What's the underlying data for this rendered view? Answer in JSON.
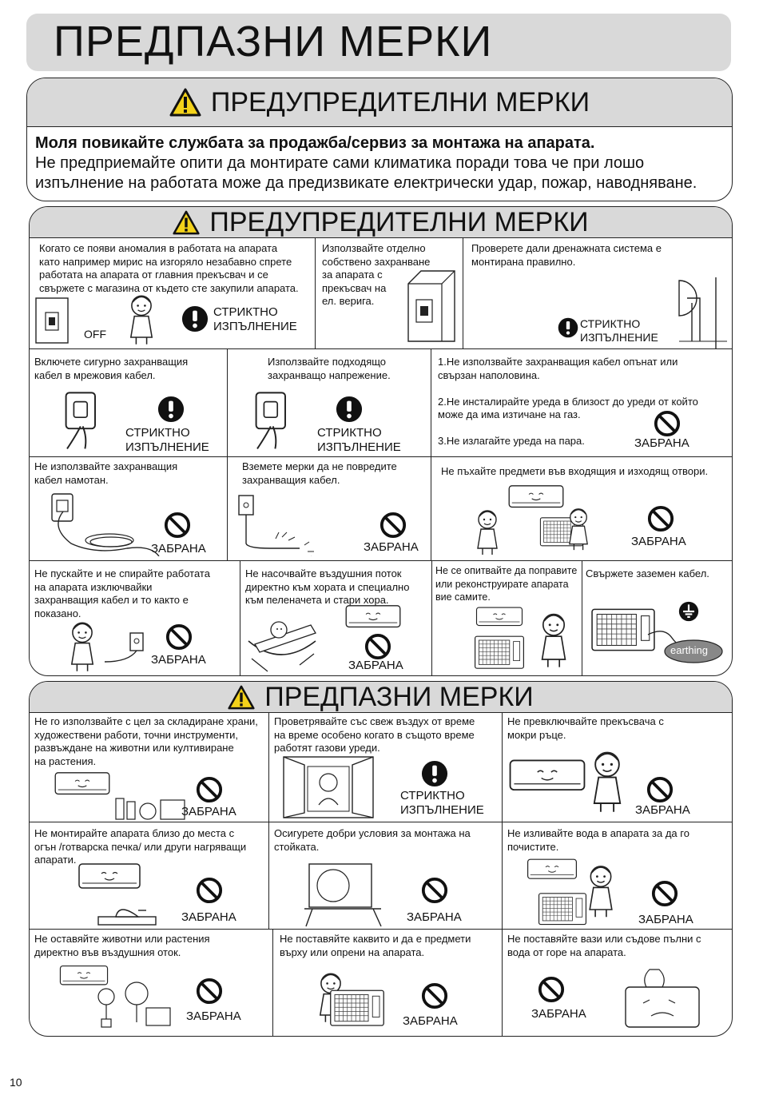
{
  "page_title": "ПРЕДПАЗНИ МЕРКИ",
  "page_number": "10",
  "section1": {
    "title": "ПРЕДУПРЕДИТЕЛНИ МЕРКИ",
    "bold_line": "Моля повикайте службата за продажба/сервиз за монтажа на апарата.",
    "line2": "Не предприемайте опити да монтирате сами климатика поради това че при лошо",
    "line3": "изпълнение на работата може да предизвикате електрически удар, пожар, наводняване."
  },
  "section2": {
    "title": "ПРЕДУПРЕДИТЕЛНИ МЕРКИ",
    "cells": [
      {
        "text": "Когато се появи аномалия в работата на апарата\nкато например мирис на изгоряло незабавно спрете\nработата на апарата от главния прекъсвач и се\nсвържете с магазина от където сте закупили апарата.",
        "label": "СТРИКТНО\nИЗПЪЛНЕНИЕ",
        "extra": "OFF"
      },
      {
        "text": "Използвайте отделно\nсобствено захранване\nза апарата с\nпрекъсвач на\nел. верига.",
        "label": ""
      },
      {
        "text": "Проверете дали дренажната система е\nмонтирана правилно.",
        "label": "СТРИКТНО\nИЗПЪЛНЕНИЕ"
      },
      {
        "text": "Включете сигурно захранващия\nкабел в мрежовия кабел.",
        "label": "СТРИКТНО\nИЗПЪЛНЕНИЕ"
      },
      {
        "text": "Използвайте  подходящо\nзахранващо напрежение.",
        "label": "СТРИКТНО\nИЗПЪЛНЕНИЕ"
      },
      {
        "text": "1.Не използвайте захранващия кабел опънат или\nсвързан наполовина.\n\n2.Не инсталирайте уреда в близост до уреди от който\nможе да има изтичане на газ.\n\n3.Не излагайте уреда на пара.",
        "label": "ЗАБРАНА"
      },
      {
        "text": "Не използвайте захранващия\nкабел намотан.",
        "label": "ЗАБРАНА"
      },
      {
        "text": "Вземете мерки да не повредите\nзахранващия кабел.",
        "label": "ЗАБРАНА"
      },
      {
        "text": "Не пъхайте предмети във входящия и изходящ отвори.",
        "label": "ЗАБРАНА"
      },
      {
        "text": "Не пускайте и не спирайте работата\nна апарата изключвайки\nзахранващия кабел и то както е\nпоказано.",
        "label": "ЗАБРАНА"
      },
      {
        "text": "Не насочвайте въздушния поток\nдиректно към хората и специално\nкъм пеленачета и стари хора.",
        "label": "ЗАБРАНА"
      },
      {
        "text": "Не се опитвайте да поправите\nили реконструирате апарата\nвие самите.",
        "label": ""
      },
      {
        "text": "Свържете заземен кабел.",
        "label": "",
        "extra": "earthing"
      }
    ]
  },
  "section3": {
    "title": "ПРЕДПАЗНИ МЕРКИ",
    "cells": [
      {
        "text": "Не го използвайте с цел за складиране храни,\nхудожествени работи, точни инструменти,\nразвъждане на животни или култивиране\nна растения.",
        "label": "ЗАБРАНА"
      },
      {
        "text": "Проветрявайте със свеж въздух от време\nна време особено когато в същото време\nработят газови уреди.",
        "label": "СТРИКТНО\nИЗПЪЛНЕНИЕ"
      },
      {
        "text": "Не превключвайте прекъсвача с\nмокри ръце.",
        "label": "ЗАБРАНА"
      },
      {
        "text": "Не монтирайте апарата близо до места с\nогън /готварска печка/ или други нагряващи\nапарати.",
        "label": "ЗАБРАНА"
      },
      {
        "text": "Осигурете добри условия за монтажа на\nстойката.",
        "label": "ЗАБРАНА"
      },
      {
        "text": "Не изливайте вода в апарата за да го\nпочистите.",
        "label": "ЗАБРАНА"
      },
      {
        "text": "Не оставяйте животни или растения\nдиректно във въздушния оток.",
        "label": "ЗАБРАНА"
      },
      {
        "text": "Не поставяйте каквито и да е предмети\nвърху или опрени на апарата.",
        "label": "ЗАБРАНА"
      },
      {
        "text": "Не поставяйте вази или съдове пълни с\nвода от горе на апарата.",
        "label": "ЗАБРАНА"
      }
    ]
  }
}
